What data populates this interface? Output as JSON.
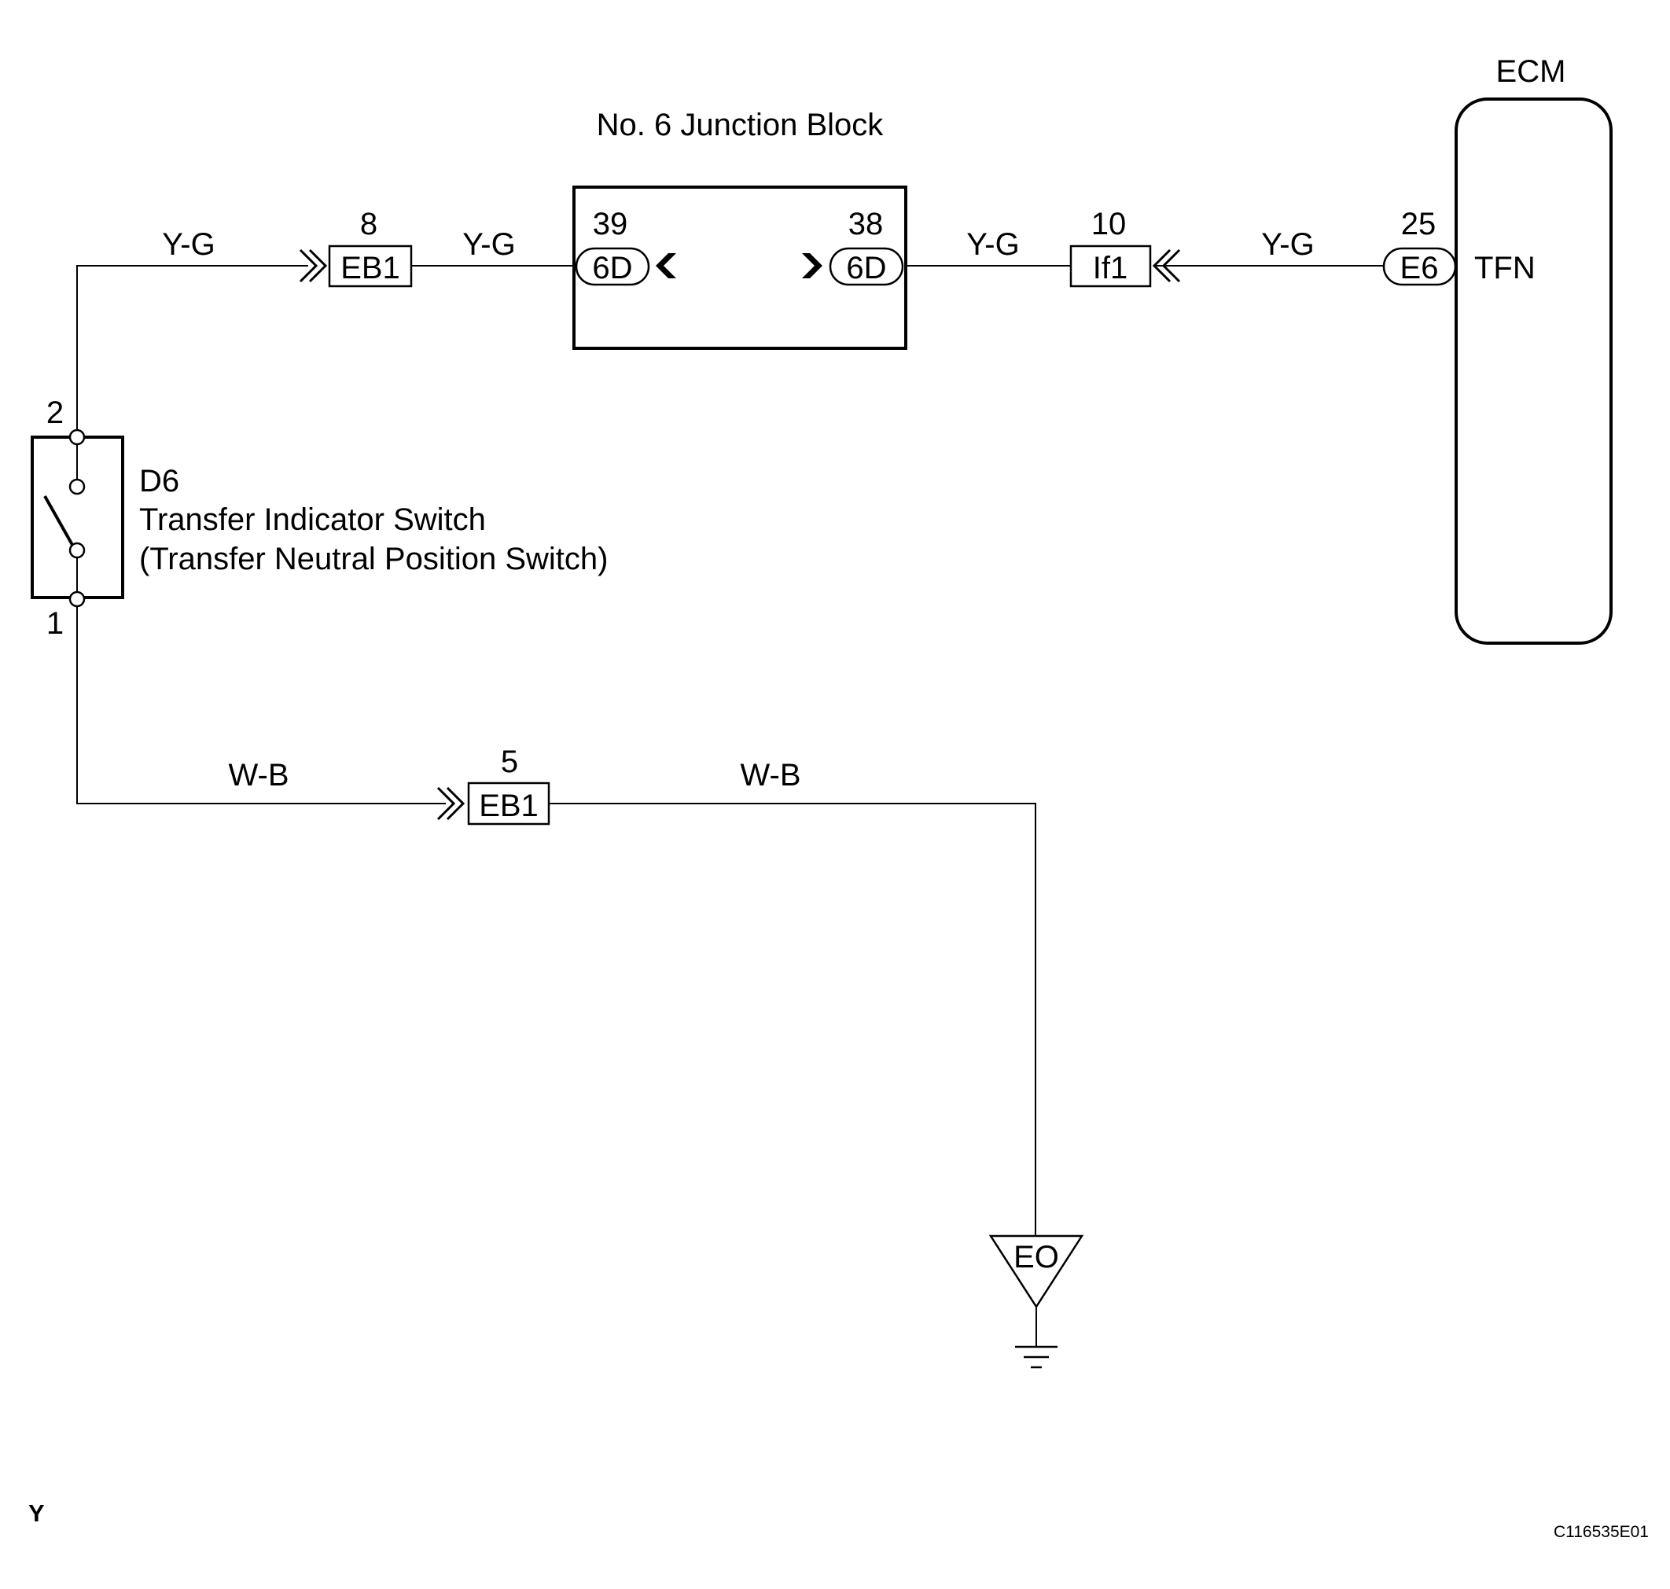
{
  "title": "No. 6 Junction Block",
  "ecm": {
    "name": "ECM",
    "pin": "25",
    "connector": "E6",
    "terminal": "TFN"
  },
  "junction_block": {
    "left": {
      "pin": "39",
      "connector": "6D"
    },
    "right": {
      "pin": "38",
      "connector": "6D"
    }
  },
  "connectors": {
    "eb1_top": {
      "pin": "8",
      "name": "EB1"
    },
    "if1": {
      "pin": "10",
      "name": "If1"
    },
    "eb1_bottom": {
      "pin": "5",
      "name": "EB1"
    }
  },
  "wires": {
    "top_left": "Y-G",
    "top_mid": "Y-G",
    "top_right_1": "Y-G",
    "top_right_2": "Y-G",
    "bottom_left": "W-B",
    "bottom_right": "W-B"
  },
  "switch": {
    "id": "D6",
    "name": "Transfer Indicator Switch",
    "subname": "(Transfer Neutral Position Switch)",
    "pin_top": "2",
    "pin_bottom": "1"
  },
  "ground": {
    "name": "EO"
  },
  "corner_label": "Y",
  "figure_code": "C116535E01"
}
